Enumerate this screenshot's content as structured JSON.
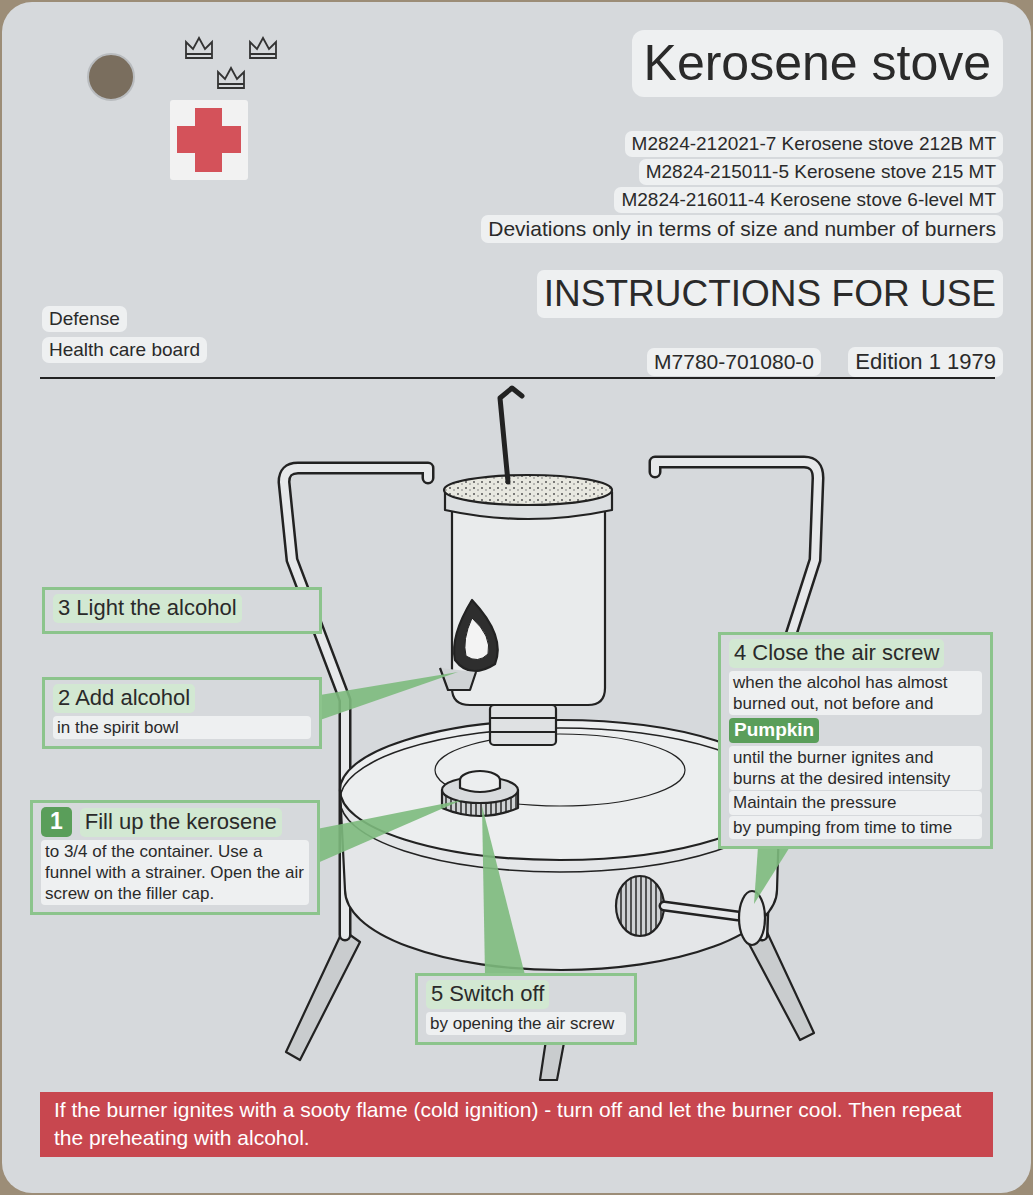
{
  "diagram": {
    "title": "Kerosene stove",
    "nodes": [
      {
        "text": [
          "3 Light the alcohol"
        ]
      },
      {
        "text": [
          "4 Close the air screw",
          "when the alcohol has almost burned out, not before and",
          "Pumpkin",
          "until the burner ignites and burns at the desired intensity",
          "Maintain the pressure",
          "by pumping from time to time"
        ]
      },
      {
        "text": [
          "2 Add alcohol",
          "in the spirit bowl"
        ]
      },
      {
        "text": [
          "1",
          "Fill up the kerosene",
          "to 3/4 of the container. Use a funnel with a strainer. Open the air screw on the filler cap."
        ]
      },
      {
        "text": [
          "5 Switch off",
          "by opening the air screw"
        ]
      },
      {
        "text": [
          "If the burner ignites with a sooty flame (cold ignition) - turn off and let the burner cool. Then repeat the preheating with alcohol."
        ]
      }
    ],
    "labels": [
      "M2824-212021-7 Kerosene stove 212B MT",
      "M2824-215011-5 Kerosene stove 215 MT",
      "M2824-216011-4 Kerosene stove 6-level MT",
      "Deviations only in terms of size and number of burners",
      "INSTRUCTIONS FOR USE",
      "Defense",
      "Health care board",
      "M7780-701080-0",
      "Edition 1 1979"
    ]
  }
}
